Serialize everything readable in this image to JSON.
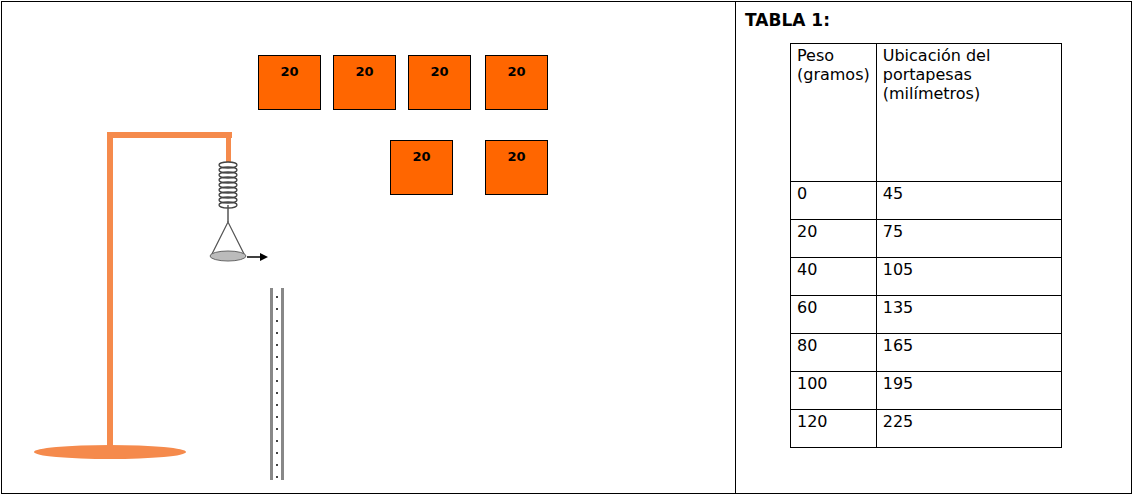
{
  "diagram": {
    "title": "TABLA 1:",
    "nodes": [
      {
        "text": [
          "20"
        ]
      },
      {
        "text": [
          "20"
        ]
      },
      {
        "text": [
          "20"
        ]
      },
      {
        "text": [
          "20"
        ]
      },
      {
        "text": [
          "20"
        ]
      },
      {
        "text": [
          "20"
        ]
      }
    ],
    "labels": [
      "Peso (gramos)",
      "Ubicación del portapesas (milímetros)",
      "0",
      "45",
      "20",
      "75",
      "40",
      "105",
      "60",
      "135",
      "80",
      "165",
      "100",
      "195",
      "120",
      "225"
    ]
  }
}
